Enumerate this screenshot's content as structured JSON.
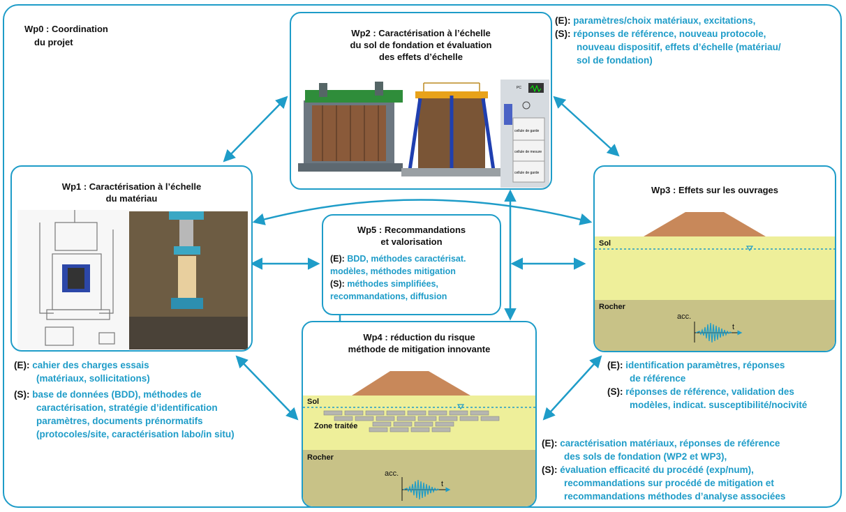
{
  "wp0": {
    "label": "Wp0 : Coordination",
    "label2": "du projet"
  },
  "wp1": {
    "title1": "Wp1 : Caractérisation à l’échelle",
    "title2": "du matériau",
    "e_prefix": "(E):",
    "e_lines": [
      "cahier des charges essais",
      "(matériaux, sollicitations)"
    ],
    "s_prefix": "(S):",
    "s_lines": [
      "base de données (BDD), méthodes de",
      "caractérisation, stratégie d’identification",
      "paramètres, documents prénormatifs",
      "(protocoles/site, caractérisation labo/in situ)"
    ]
  },
  "wp2": {
    "title1": "Wp2 : Caractérisation à l’échelle",
    "title2": "du sol de fondation et évaluation",
    "title3": "des effets d’échelle",
    "e_prefix": "(E):",
    "e_lines": [
      "paramètres/choix matériaux, excitations,"
    ],
    "s_prefix": "(S):",
    "s_lines": [
      "réponses de référence, nouveau protocole,",
      "nouveau dispositif, effets d’échelle (matériau/",
      "sol de fondation)"
    ],
    "schematic_labels": [
      "PC",
      "cellule de garde",
      "cellule de mesure",
      "cellule de garde"
    ]
  },
  "wp3": {
    "title": "Wp3 : Effets sur les ouvrages",
    "sol": "Sol",
    "rocher": "Rocher",
    "acc": "acc.",
    "t": "t",
    "e_prefix": "(E):",
    "e_lines": [
      "identification paramètres, réponses",
      "de référence"
    ],
    "s_prefix": "(S):",
    "s_lines": [
      "réponses de référence, validation des",
      "modèles, indicat. susceptibilité/nocivité"
    ]
  },
  "wp4": {
    "title1": "Wp4 : réduction du risque",
    "title2": "méthode de mitigation innovante",
    "sol": "Sol",
    "zone": "Zone traitée",
    "rocher": "Rocher",
    "acc": "acc.",
    "t": "t",
    "e_prefix": "(E):",
    "e_lines": [
      "caractérisation matériaux, réponses de référence",
      "des sols de fondation (WP2 et WP3),"
    ],
    "s_prefix": "(S):",
    "s_lines": [
      "évaluation efficacité du procédé (exp/num),",
      "recommandations sur procédé de mitigation et",
      "recommandations méthodes d’analyse associées"
    ]
  },
  "wp5": {
    "title1": "Wp5 : Recommandations",
    "title2": "et valorisation",
    "e_prefix": "(E):",
    "e_lines": [
      "BDD, méthodes caractérisat.",
      "modèles, méthodes mitigation"
    ],
    "s_prefix": "(S):",
    "s_lines": [
      "méthodes simplifiées,",
      "recommandations, diffusion"
    ]
  },
  "colors": {
    "accent": "#1e9cc8",
    "soil": "#eeef9a",
    "rock": "#c8c287",
    "embankment": "#c8885a"
  }
}
